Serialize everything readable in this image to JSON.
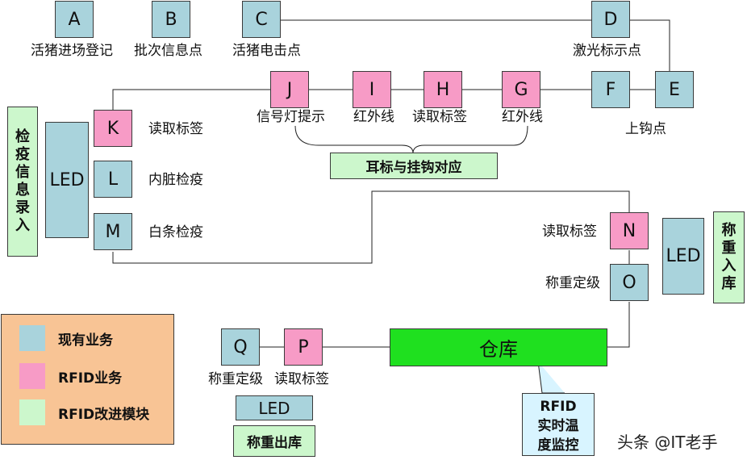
{
  "nodes": {
    "A": {
      "letter": "A",
      "caption": "活猪进场登记"
    },
    "B": {
      "letter": "B",
      "caption": "批次信息点"
    },
    "C": {
      "letter": "C",
      "caption": "活猪电击点"
    },
    "D": {
      "letter": "D",
      "caption": "激光标示点"
    },
    "E": {
      "letter": "E",
      "caption": "上钩点"
    },
    "F": {
      "letter": "F"
    },
    "G": {
      "letter": "G",
      "caption": "红外线"
    },
    "H": {
      "letter": "H",
      "caption": "读取标签"
    },
    "I": {
      "letter": "I",
      "caption": "红外线"
    },
    "J": {
      "letter": "J",
      "caption": "信号灯提示"
    },
    "K": {
      "letter": "K",
      "caption": "读取标签"
    },
    "L": {
      "letter": "L",
      "caption": "内脏检疫"
    },
    "M": {
      "letter": "M",
      "caption": "白条检疫"
    },
    "N": {
      "letter": "N",
      "caption": "读取标签"
    },
    "O": {
      "letter": "O",
      "caption": "称重定级"
    },
    "P": {
      "letter": "P",
      "caption": "读取标签"
    },
    "Q": {
      "letter": "Q",
      "caption": "称重定级"
    }
  },
  "brace_label": "耳标与挂钩对应",
  "led_label": "LED",
  "quarantine_entry": [
    "检",
    "疫",
    "信",
    "息",
    "录",
    "入"
  ],
  "weigh_in": [
    "称",
    "重",
    "入",
    "库"
  ],
  "warehouse_label": "仓库",
  "weigh_out": "称重出库",
  "callout": {
    "line1": "RFID",
    "line2": "实时温",
    "line3": "度监控"
  },
  "legend": [
    {
      "label": "现有业务",
      "color": "#a9d3dc"
    },
    {
      "label": "RFID业务",
      "color": "#f79bc6"
    },
    {
      "label": "RFID改进模块",
      "color": "#ccf7cc"
    }
  ],
  "watermark": "头条 @IT老手"
}
